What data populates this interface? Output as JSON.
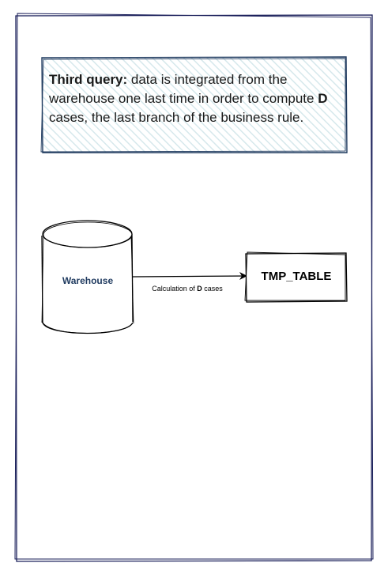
{
  "note": {
    "lead": "Third query:",
    "text_1": " data is integrated from the warehouse one last time in order to compute ",
    "highlight": "D",
    "text_2": " cases, the last branch of the business rule."
  },
  "warehouse": {
    "label": "Warehouse"
  },
  "edge": {
    "label_pre": "Calculation of ",
    "label_bold": "D",
    "label_post": " cases"
  },
  "target_table": {
    "label": "TMP_TABLE"
  },
  "colors": {
    "frame_stroke": "#1a1f5a",
    "note_stroke": "#1f3a5f",
    "note_fill_hatch": "#dcecef",
    "db_text": "#1f3a5f"
  }
}
